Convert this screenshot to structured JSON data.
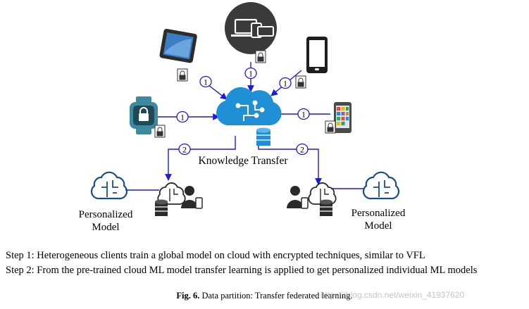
{
  "diagram": {
    "center_label": "Knowledge Transfer",
    "step_badge_1": "1",
    "step_badge_2": "2",
    "left_model_label": [
      "Personalized",
      "Model"
    ],
    "right_model_label": [
      "Personalized",
      "Model"
    ]
  },
  "steps": {
    "step1": "Step 1: Heterogeneous clients train a global model on cloud with encrypted techniques, similar to VFL",
    "step2": "Step 2: From the pre-trained cloud ML model transfer learning is applied to get personalized individual ML models"
  },
  "caption": {
    "fig": "Fig. 6.",
    "text": "Data partition: Transfer federated learning."
  },
  "watermark": "https://blog.csdn.net/weixin_41937620",
  "colors": {
    "arrow": "#1b1bdc",
    "cloud": "#1f8fd6",
    "device_dark": "#2f2f2f",
    "tablet_screen": "#3b7dc4",
    "watch": "#3d8aa0",
    "person": "#2a2a2a"
  }
}
